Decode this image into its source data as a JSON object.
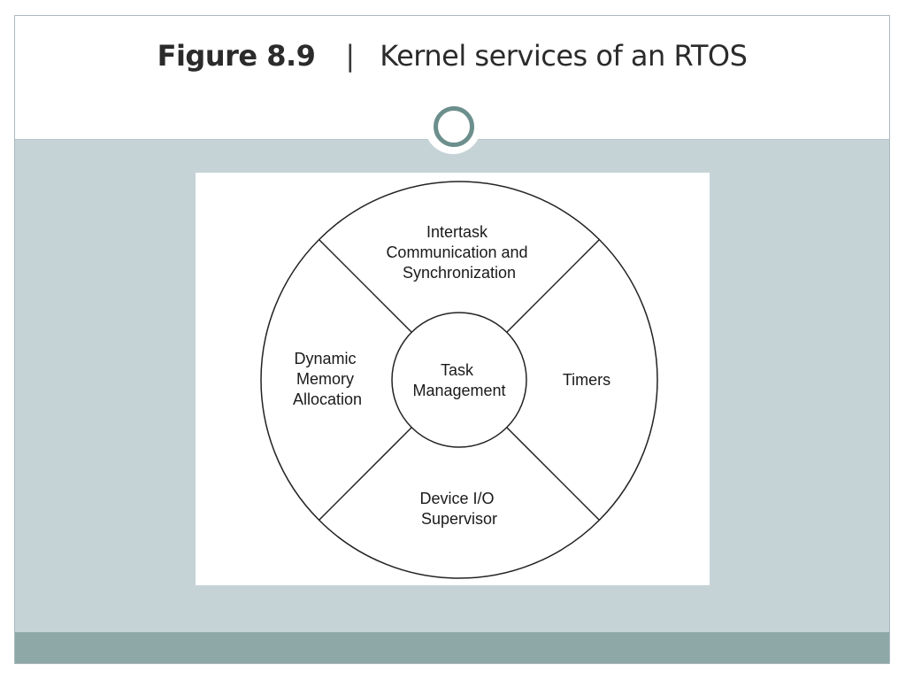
{
  "figure": {
    "number": "Figure 8.9",
    "separator": "|",
    "caption": "Kernel services of an RTOS"
  },
  "diagram": {
    "center": {
      "lines": [
        "Task",
        "Management"
      ]
    },
    "segments": [
      {
        "id": "top",
        "lines": [
          "Intertask",
          "Communication and",
          "Synchronization"
        ]
      },
      {
        "id": "right",
        "lines": [
          "Timers"
        ]
      },
      {
        "id": "bottom",
        "lines": [
          "Device I/O",
          "Supervisor"
        ]
      },
      {
        "id": "left",
        "lines": [
          "Dynamic",
          "Memory",
          "Allocation"
        ]
      }
    ]
  },
  "colors": {
    "slide_background": "#c5d3d7",
    "footer_band": "#8da8a7",
    "ornament_ring": "#6c8f8d",
    "diagram_stroke": "#222222"
  }
}
